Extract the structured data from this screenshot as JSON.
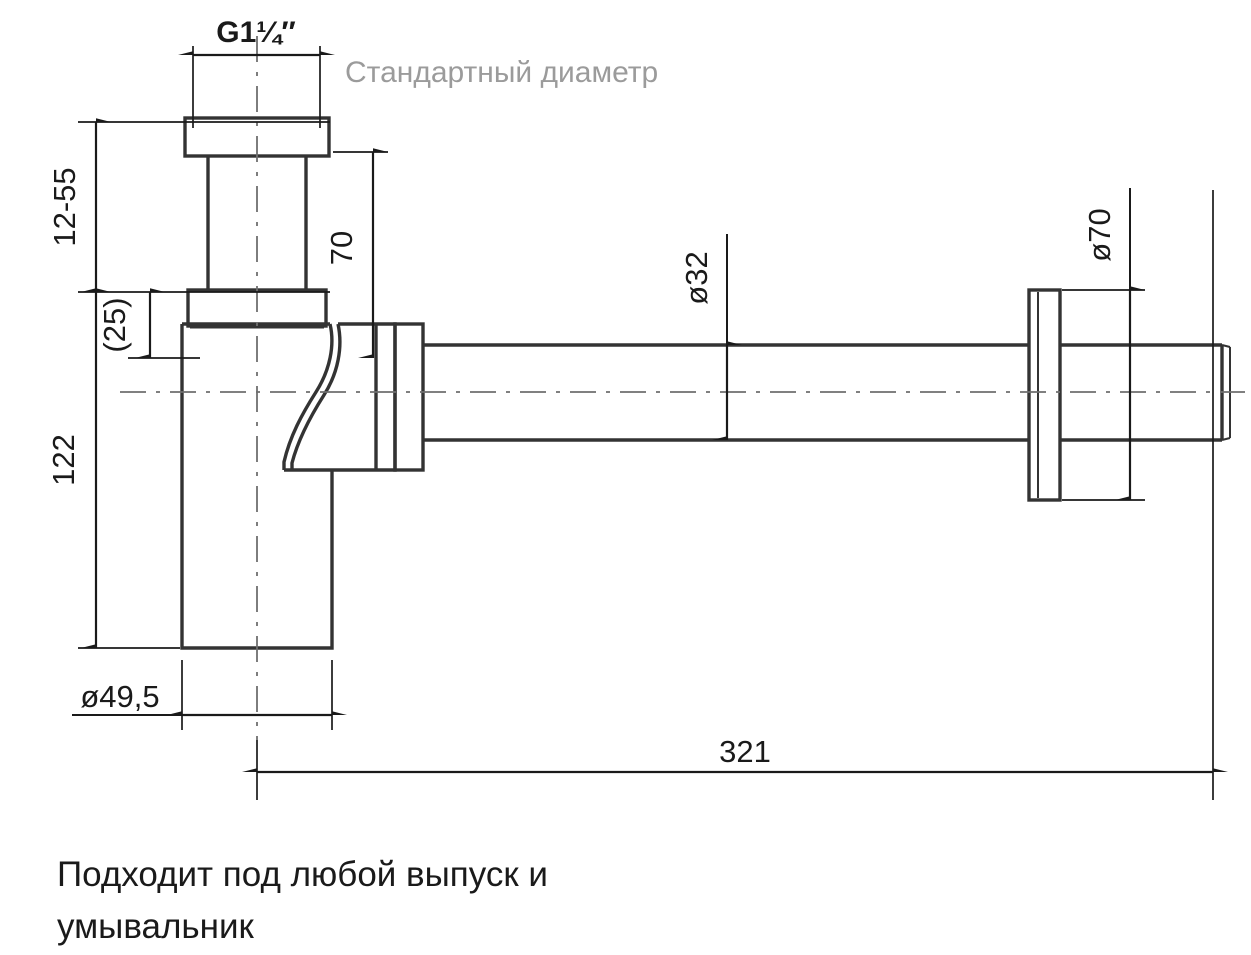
{
  "drawing": {
    "title": "Bottle trap dimensional drawing",
    "units": "mm",
    "line_color": "#333333",
    "dim_color": "#1a1a1a",
    "note_color": "#9b9b9b",
    "background": "#ffffff"
  },
  "dimensions": {
    "thread": "G1¼″",
    "height_range": "12-55",
    "water_seal": "(25)",
    "outlet_height": "70",
    "body_height": "122",
    "pipe_diameter": "ø32",
    "flange_diameter": "ø70",
    "body_diameter": "ø49,5",
    "total_length": "321"
  },
  "annotations": {
    "standard_diameter_note": "Стандартный диаметр"
  },
  "caption": {
    "line1": "Подходит под любой выпуск и",
    "line2": "умывальник"
  }
}
